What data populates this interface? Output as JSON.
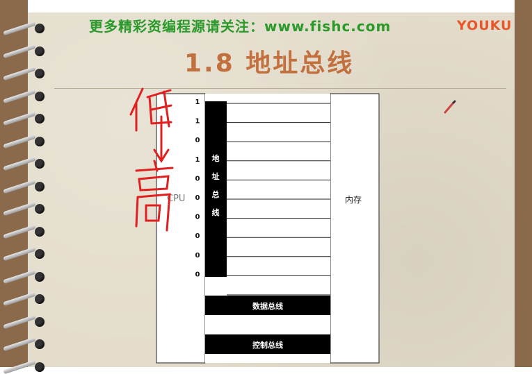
{
  "banner": "更多精彩资编程源请关注：www.fishc.com",
  "logo": "YOUKU",
  "title": "1.8 地址总线",
  "diagram": {
    "cpu_label": "CPU",
    "memory_label": "内存",
    "address_bus_label": "地址总线",
    "address_bits": [
      "1",
      "1",
      "0",
      "1",
      "0",
      "0",
      "0",
      "0",
      "0",
      "0"
    ],
    "data_bus_label": "数据总线",
    "control_bus_label": "控制总线"
  },
  "colors": {
    "banner": "#2a9a2a",
    "title": "#c2703e",
    "logo": "#e8562a",
    "annotation": "#e02020",
    "paper": "#e3dccb",
    "wood": "#8a6a4a"
  }
}
